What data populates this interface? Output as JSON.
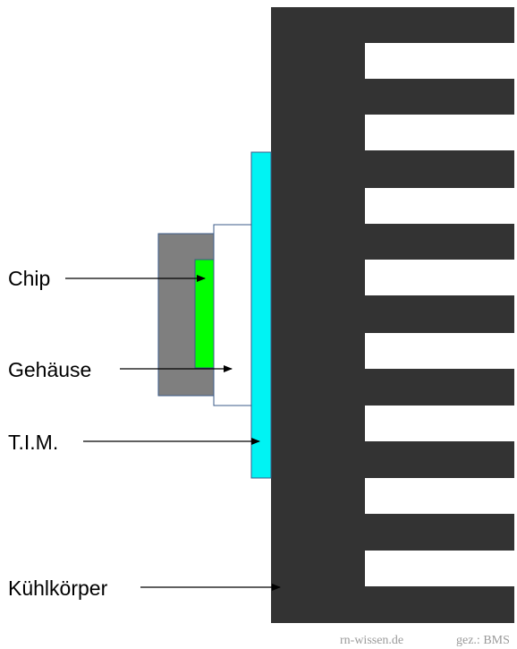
{
  "colors": {
    "heatsink": "#333333",
    "tim": "#00f3f3",
    "housing_outer": "#7f7f7f",
    "housing_inner": "#ffffff",
    "chip": "#00ff00",
    "outline": "#3b5b88",
    "text": "#000000",
    "credit_text": "#9a9a9a"
  },
  "labels": {
    "chip": "Chip",
    "housing": "Gehäuse",
    "tim": "T.I.M.",
    "heatsink": "Kühlkörper"
  },
  "credits": {
    "site": "rn-wissen.de",
    "author": "gez.: BMS"
  }
}
